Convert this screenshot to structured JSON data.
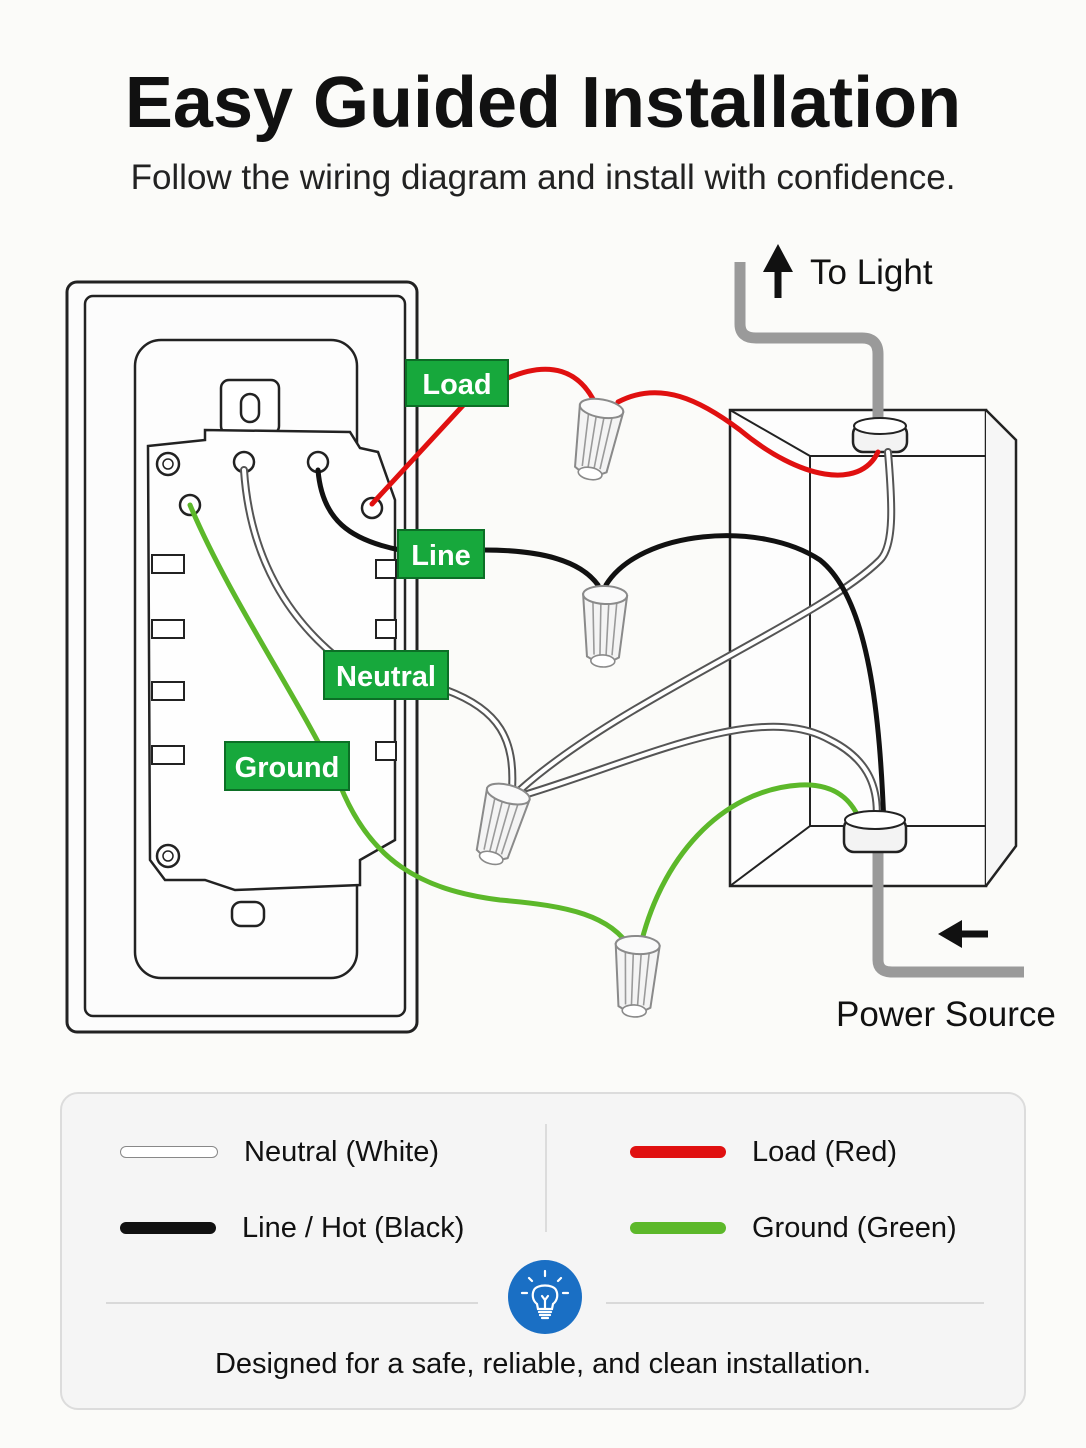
{
  "header": {
    "title": "Easy Guided Installation",
    "subtitle": "Follow the wiring diagram and install with confidence."
  },
  "diagram": {
    "wire_labels": {
      "load": "Load",
      "line": "Line",
      "neutral": "Neutral",
      "ground": "Ground"
    },
    "direction_labels": {
      "to_light": "To Light",
      "power_source": "Power Source"
    }
  },
  "legend": {
    "items": [
      {
        "label": "Neutral (White)",
        "color": "#ffffff"
      },
      {
        "label": "Line / Hot (Black)",
        "color": "#111111"
      },
      {
        "label": "Load (Red)",
        "color": "#e01010"
      },
      {
        "label": "Ground (Green)",
        "color": "#5cb82a"
      }
    ],
    "note": "Designed for a safe, reliable, and clean installation."
  },
  "colors": {
    "tag_green": "#17a83c",
    "badge_blue": "#1a6fc4",
    "conduit_gray": "#9a9a9a"
  },
  "icons": [
    "wire-nut-icon",
    "arrow-up-icon",
    "arrow-left-icon",
    "lightbulb-icon"
  ]
}
